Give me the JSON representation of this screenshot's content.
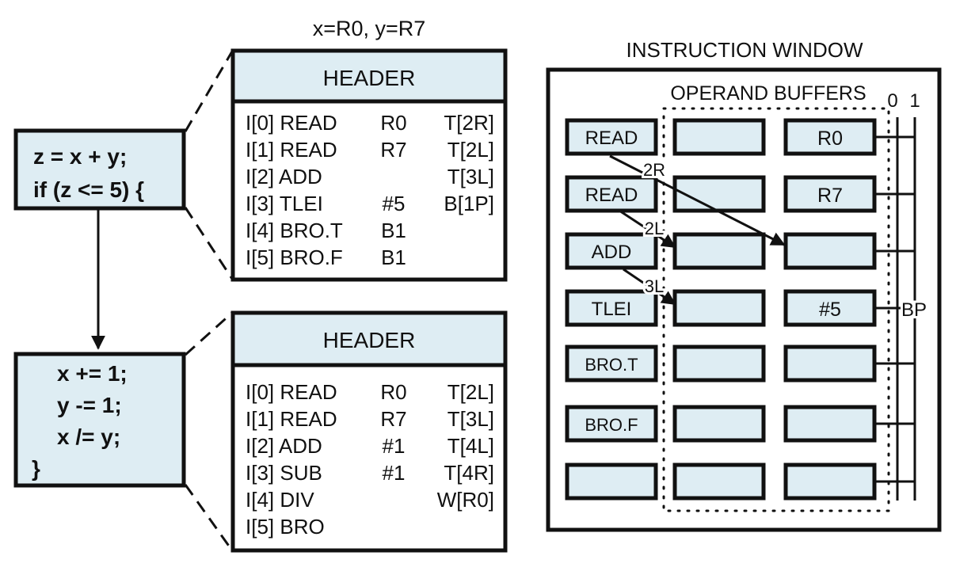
{
  "colors": {
    "box_fill": "#deedf3",
    "stroke": "#111111",
    "background": "#ffffff"
  },
  "mapping_label": "x=R0, y=R7",
  "block1": {
    "source": [
      "z = x + y;",
      "if (z <= 5) {"
    ],
    "header": "HEADER",
    "rows": [
      {
        "op": "I[0] READ",
        "arg": "R0",
        "target": "T[2R]"
      },
      {
        "op": "I[1] READ",
        "arg": "R7",
        "target": "T[2L]"
      },
      {
        "op": "I[2] ADD",
        "arg": "",
        "target": "T[3L]"
      },
      {
        "op": "I[3] TLEI",
        "arg": "#5",
        "target": "B[1P]"
      },
      {
        "op": "I[4] BRO.T",
        "arg": "B1",
        "target": ""
      },
      {
        "op": "I[5] BRO.F",
        "arg": "B1",
        "target": ""
      }
    ]
  },
  "block2": {
    "source": [
      "x += 1;",
      "y -= 1;",
      "x /= y;",
      "}"
    ],
    "header": "HEADER",
    "rows": [
      {
        "op": "I[0] READ",
        "arg": "R0",
        "target": "T[2L]"
      },
      {
        "op": "I[1] READ",
        "arg": "R7",
        "target": "T[3L]"
      },
      {
        "op": "I[2] ADD",
        "arg": "#1",
        "target": "T[4L]"
      },
      {
        "op": "I[3] SUB",
        "arg": "#1",
        "target": "T[4R]"
      },
      {
        "op": "I[4] DIV",
        "arg": "",
        "target": "W[R0]"
      },
      {
        "op": "I[5] BRO",
        "arg": "",
        "target": ""
      }
    ]
  },
  "window": {
    "title": "INSTRUCTION WINDOW",
    "operand_label": "OPERAND BUFFERS",
    "bit_labels": [
      "0",
      "1"
    ],
    "bp_label": "BP",
    "instructions": [
      "READ",
      "READ",
      "ADD",
      "TLEI",
      "BRO.T",
      "BRO.F",
      ""
    ],
    "right_operands": [
      "R0",
      "R7",
      "",
      "#5",
      "",
      "",
      ""
    ],
    "edge_labels": [
      "2R",
      "2L",
      "3L"
    ]
  }
}
